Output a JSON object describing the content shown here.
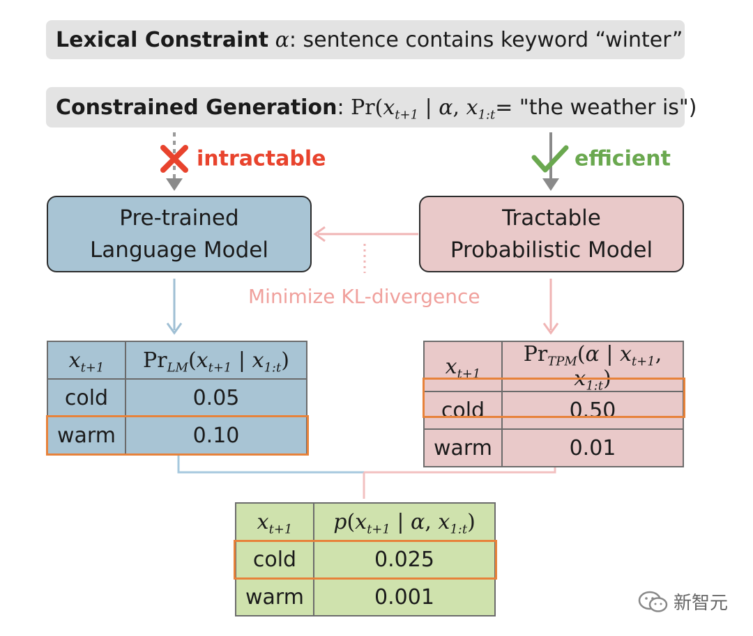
{
  "lexical_bar": {
    "bold_label": "Lexical Constraint",
    "symbol": "α",
    "text": ": sentence contains keyword “winter”"
  },
  "constrained_bar": {
    "bold_label": "Constrained Generation",
    "colon": ":",
    "formula_tail": " = \"the weather is\")"
  },
  "left_status": {
    "icon": "cross-icon",
    "label": "intractable",
    "color": "#e8432d"
  },
  "right_status": {
    "icon": "check-icon",
    "label": "efficient",
    "color": "#6aa84f"
  },
  "models": {
    "lm": {
      "line1": "Pre-trained",
      "line2": "Language Model",
      "fill": "#a8c4d4"
    },
    "tpm": {
      "line1": "Tractable",
      "line2": "Probabilistic Model",
      "fill": "#e9c9c9"
    }
  },
  "kl_label": "Minimize KL-divergence",
  "lm_table": {
    "rows": [
      {
        "token": "cold",
        "value": "0.05"
      },
      {
        "token": "warm",
        "value": "0.10"
      }
    ]
  },
  "tpm_table": {
    "rows": [
      {
        "token": "cold",
        "value": "0.50"
      },
      {
        "token": "warm",
        "value": "0.01"
      }
    ]
  },
  "result_table": {
    "rows": [
      {
        "token": "cold",
        "value": "0.025"
      },
      {
        "token": "warm",
        "value": "0.001"
      }
    ],
    "fill": "#cfe2ad"
  },
  "watermark": {
    "icon": "wechat-icon",
    "text": "新智元"
  },
  "colors": {
    "highlight": "#e7823a",
    "blue_arrow": "#9fbfd4",
    "pink_arrow": "#f0b4b4",
    "gray_arrow": "#8a8a8a"
  }
}
